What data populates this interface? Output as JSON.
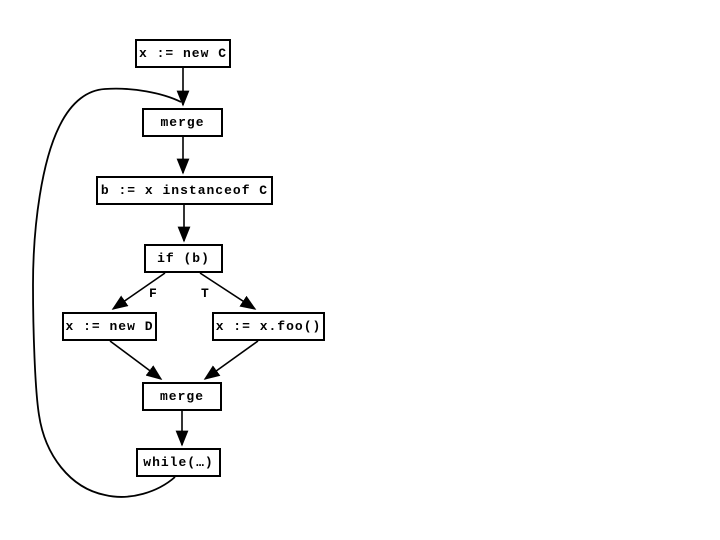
{
  "diagram": {
    "type": "flowchart",
    "background": "#ffffff",
    "stroke_color": "#000000",
    "text_color": "#000000",
    "nodes": [
      {
        "id": "entry",
        "label": "x := new C"
      },
      {
        "id": "merge-top",
        "label": "merge"
      },
      {
        "id": "instanceof-test",
        "label": "b := x instanceof C"
      },
      {
        "id": "if-branch",
        "label": "if (b)"
      },
      {
        "id": "false-assign",
        "label": "x := new D"
      },
      {
        "id": "true-call",
        "label": "x := x.foo()"
      },
      {
        "id": "merge-bottom",
        "label": "merge"
      },
      {
        "id": "while-test",
        "label": "while(…)"
      }
    ],
    "edge_labels": {
      "false_branch": "F",
      "true_branch": "T"
    }
  }
}
